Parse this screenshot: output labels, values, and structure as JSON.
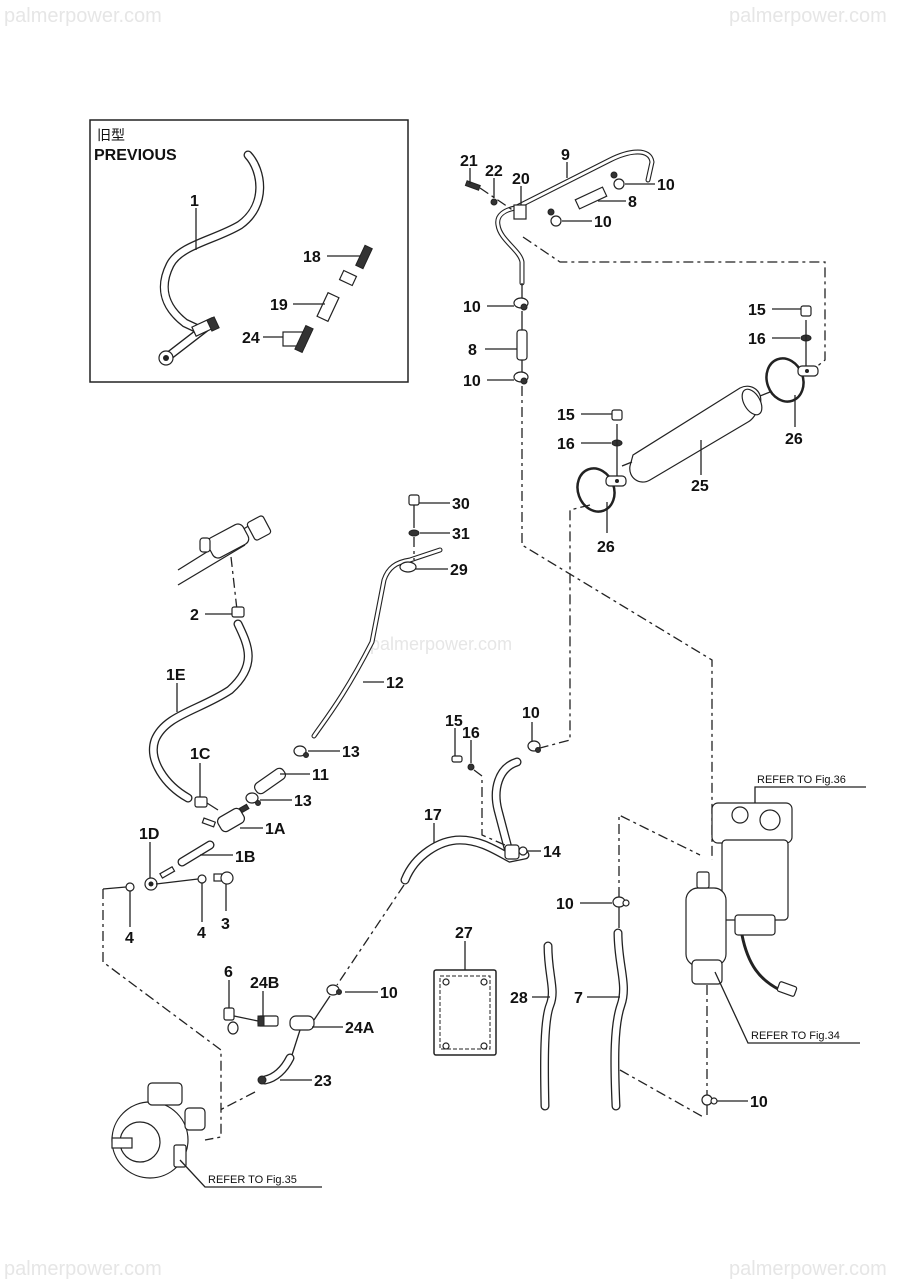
{
  "watermark": {
    "text": "palmerpower.com",
    "color": "#e6e6e6"
  },
  "previous_box": {
    "cjk_label": "旧型",
    "title": "PREVIOUS",
    "callouts": [
      "1",
      "18",
      "19",
      "24"
    ]
  },
  "callouts": {
    "p21": "21",
    "p22": "22",
    "p20": "20",
    "p9": "9",
    "p10a": "10",
    "p8a": "8",
    "p10b": "10",
    "p10c": "10",
    "p8b": "8",
    "p10d": "10",
    "p15a": "15",
    "p16a": "16",
    "p26a": "26",
    "p15b": "15",
    "p16b": "16",
    "p25": "25",
    "p26b": "26",
    "p30": "30",
    "p31": "31",
    "p29": "29",
    "p2": "2",
    "p1E": "1E",
    "p12": "12",
    "p13a": "13",
    "p11": "11",
    "p1C": "1C",
    "p13b": "13",
    "p1A": "1A",
    "p1D": "1D",
    "p1B": "1B",
    "p4a": "4",
    "p4b": "4",
    "p3": "3",
    "p15c": "15",
    "p16c": "16",
    "p10e": "10",
    "p17": "17",
    "p14": "14",
    "p10f": "10",
    "p27": "27",
    "p28": "28",
    "p7": "7",
    "p6": "6",
    "p24B": "24B",
    "p10g": "10",
    "p24A": "24A",
    "p23": "23",
    "p10h": "10"
  },
  "references": {
    "fig36": "REFER TO Fig.36",
    "fig34": "REFER TO Fig.34",
    "fig35": "REFER TO Fig.35"
  }
}
